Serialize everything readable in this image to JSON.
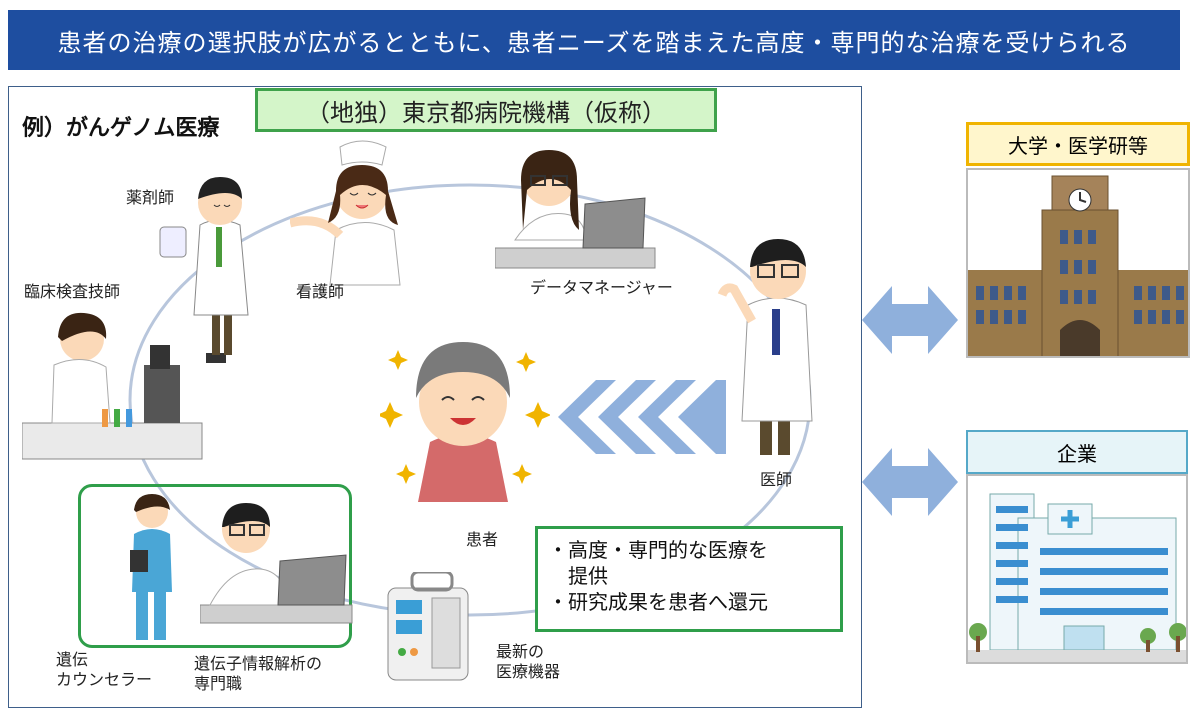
{
  "banner": {
    "title": "患者の治療の選択肢が広がるとともに、患者ニーズを踏まえた高度・専門的な治療を受けられる"
  },
  "example": {
    "label": "例）がんゲノム医療"
  },
  "organization": {
    "name": "（地独）東京都病院機構（仮称）"
  },
  "roles": {
    "pharmacist": "薬剤師",
    "nurse": "看護師",
    "data_manager": "データマネージャー",
    "lab_technician": "臨床検査技師",
    "doctor": "医師",
    "patient": "患者",
    "genetic_counselor_line1": "遺伝",
    "genetic_counselor_line2": "カウンセラー",
    "genome_analyst_line1": "遺伝子情報解析の",
    "genome_analyst_line2": "専門職",
    "equipment_line1": "最新の",
    "equipment_line2": "医療機器"
  },
  "benefits": [
    "・高度・専門的な医療を",
    "　提供",
    "・研究成果を患者へ還元"
  ],
  "partners": {
    "university": "大学・医学研等",
    "corporate": "企業"
  },
  "colors": {
    "banner": "#1e4ea0",
    "green_border": "#2f9e4a",
    "org_fill": "#d4f5c9",
    "arrow": "#8fb0dc",
    "univ_border": "#f0b400",
    "corp_border": "#55a8c8"
  },
  "icons": [
    "pharmacist-illustration",
    "nurse-illustration",
    "data-manager-illustration",
    "doctor-illustration",
    "lab-technician-illustration",
    "patient-illustration",
    "genetic-counselor-illustration",
    "genome-analyst-illustration",
    "infusion-pump-illustration",
    "university-building-illustration",
    "office-building-illustration",
    "double-arrow-icon",
    "chevron-arrows-icon",
    "sparkle-icon"
  ]
}
